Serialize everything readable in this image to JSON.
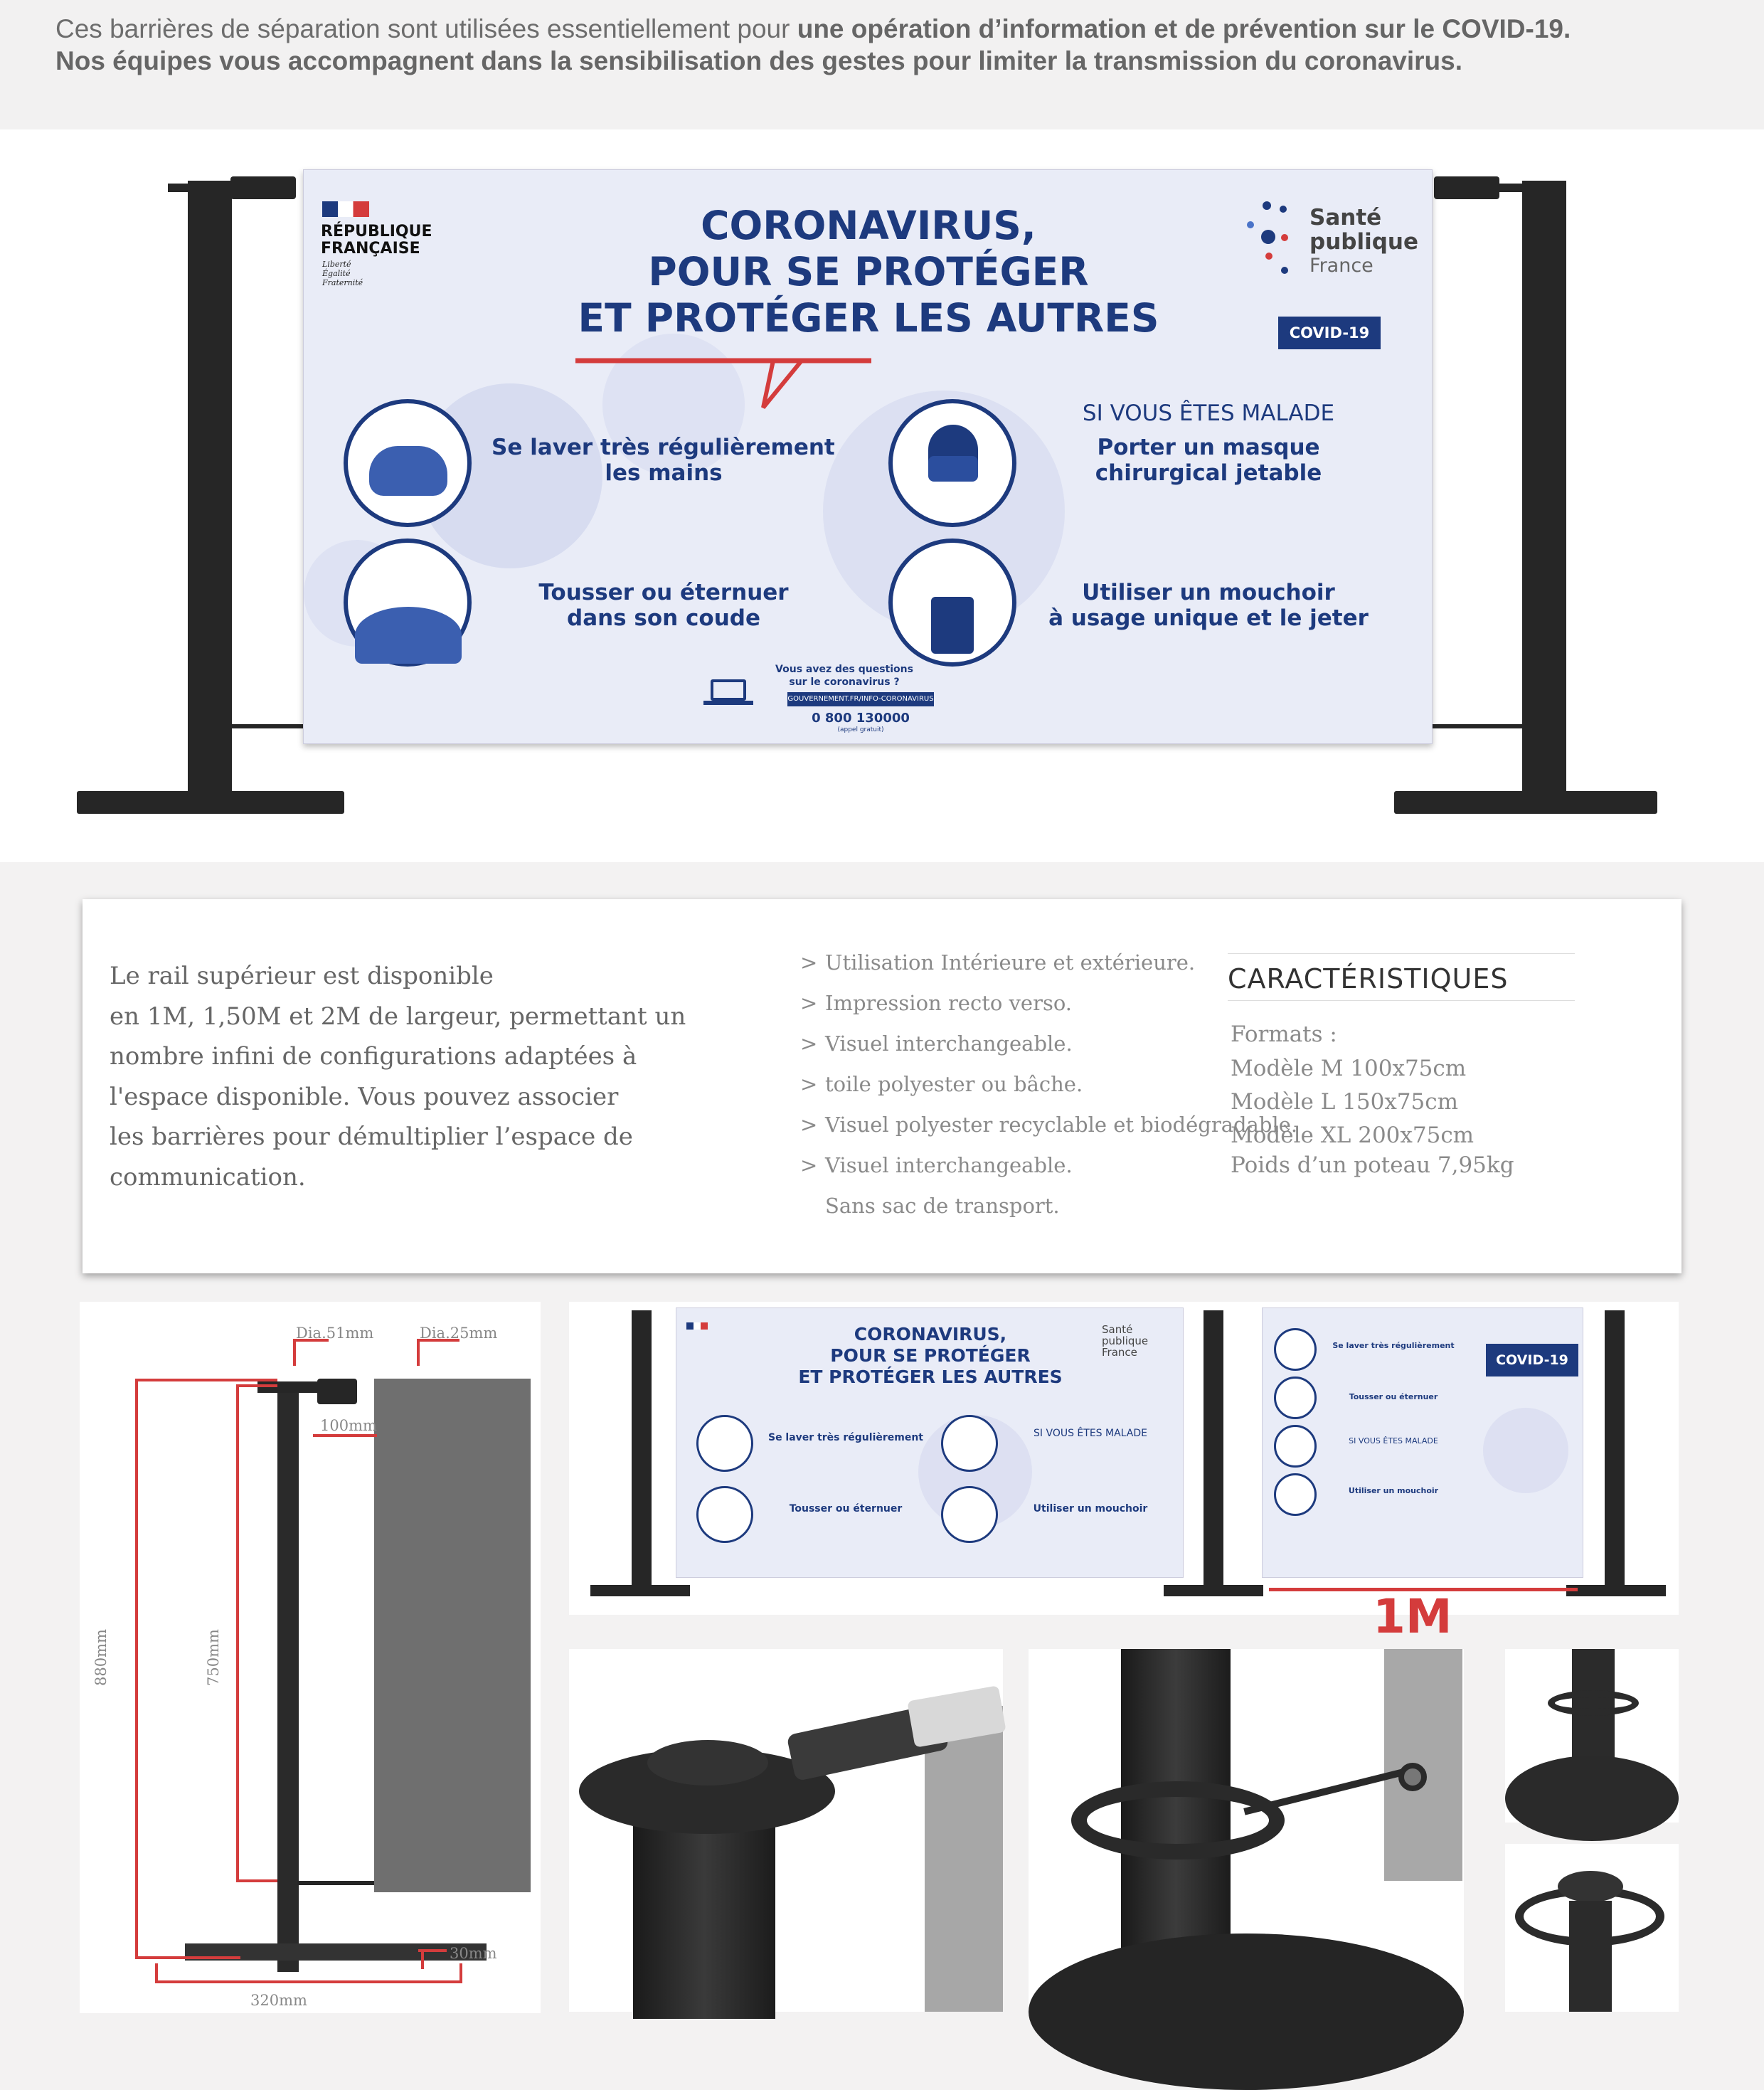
{
  "intro": {
    "line1_normal": "Ces barrières de séparation sont utilisées essentiellement pour ",
    "line1_bold": "une opération d’information et de prévention sur le COVID-19.",
    "line2_bold": "Nos équipes vous accompagnent dans la sensibilisation des gestes pour limiter la transmission du coronavirus."
  },
  "poster": {
    "rf_line1": "RÉPUBLIQUE",
    "rf_line2": "FRANÇAISE",
    "rf_motto1": "Liberté",
    "rf_motto2": "Égalité",
    "rf_motto3": "Fraternité",
    "title1": "CORONAVIRUS,",
    "title2": "POUR SE PROTÉGER",
    "title3": "ET PROTÉGER LES AUTRES",
    "sante1": "Santé",
    "sante2": "publique",
    "sante3": "France",
    "covid_badge": "COVID-19",
    "tip1a": "Se laver très régulièrement",
    "tip1b": "les mains",
    "tip2a": "Tousser ou éternuer",
    "tip2b": "dans son coude",
    "tip3a": "SI VOUS ÊTES MALADE",
    "tip3b": "Porter un masque",
    "tip3c": "chirurgical jetable",
    "tip4a": "Utiliser un mouchoir",
    "tip4b": "à usage unique et le jeter",
    "q1": "Vous avez des questions",
    "q2": "sur le coronavirus ?",
    "url": "GOUVERNEMENT.FR/INFO-CORONAVIRUS",
    "phone": "0 800 130000",
    "free": "(appel gratuit)"
  },
  "card": {
    "desc": [
      "Le rail supérieur est disponible",
      "en 1M, 1,50M et 2M de largeur, permettant un",
      "nombre infini de configurations adaptées à",
      "l'espace disponible. Vous pouvez associer",
      "les barrières pour démultiplier l’espace de",
      "communication."
    ],
    "bullet_mark": ">",
    "bullets": [
      "Utilisation Intérieure et extérieure.",
      "Impression recto verso.",
      "Visuel interchangeable.",
      "toile polyester ou bâche.",
      "Visuel polyester recyclable et biodégradable.",
      "Visuel interchangeable."
    ],
    "no_bag": "Sans sac de transport.",
    "specs_title": "CARACTÉRISTIQUES",
    "specs": [
      "Formats :",
      "Modèle M  100x75cm",
      "Modèle L 150x75cm",
      "Modèle XL 200x75cm",
      "Poids d’un poteau 7,95kg"
    ]
  },
  "diagram": {
    "dia51": "Dia.51mm",
    "dia25": "Dia.25mm",
    "w100": "100mm",
    "h880": "880mm",
    "h750": "750mm",
    "h30": "30mm",
    "w320": "320mm"
  },
  "small": {
    "width_label": "1M"
  },
  "colors": {
    "navy": "#1d3a7e",
    "red": "#d43c3c",
    "poster_bg": "#e9ecf7"
  }
}
